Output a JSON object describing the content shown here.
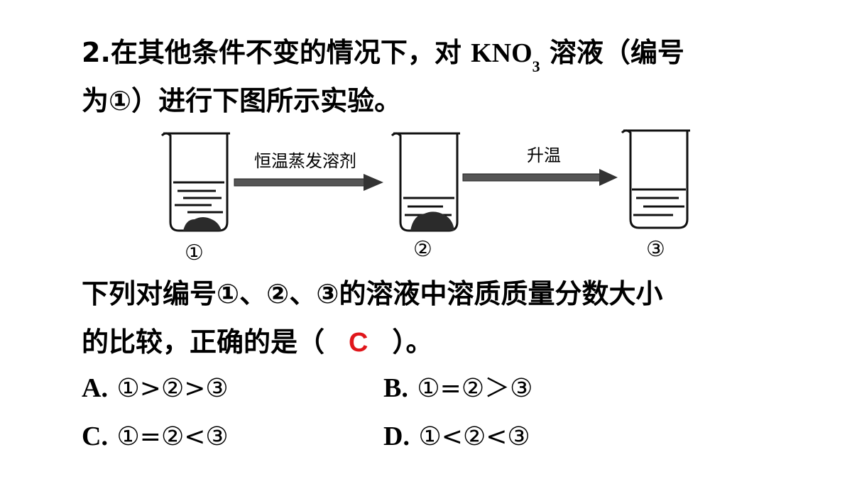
{
  "question": {
    "line1_prefix": "2.在其他条件不变的情况下，对 ",
    "formula_main": "KNO",
    "formula_sub": "3",
    "line1_suffix": " 溶液（编号",
    "line2": "为①）进行下图所示实验。",
    "line3": "下列对编号①、②、③的溶液中溶质质量分数大小",
    "line4_prefix": "的比较，正确的是（",
    "answer": "C",
    "line4_suffix": "）。"
  },
  "diagram": {
    "step1_label": "恒温蒸发溶剂",
    "step2_label": "升温",
    "beaker_labels": [
      "①",
      "②",
      "③"
    ]
  },
  "options": [
    {
      "letter": "A.",
      "text": "①>②>③"
    },
    {
      "letter": "B.",
      "text": "①=②＞③"
    },
    {
      "letter": "C.",
      "text": "①=②<③"
    },
    {
      "letter": "D.",
      "text": "①<②<③"
    }
  ]
}
